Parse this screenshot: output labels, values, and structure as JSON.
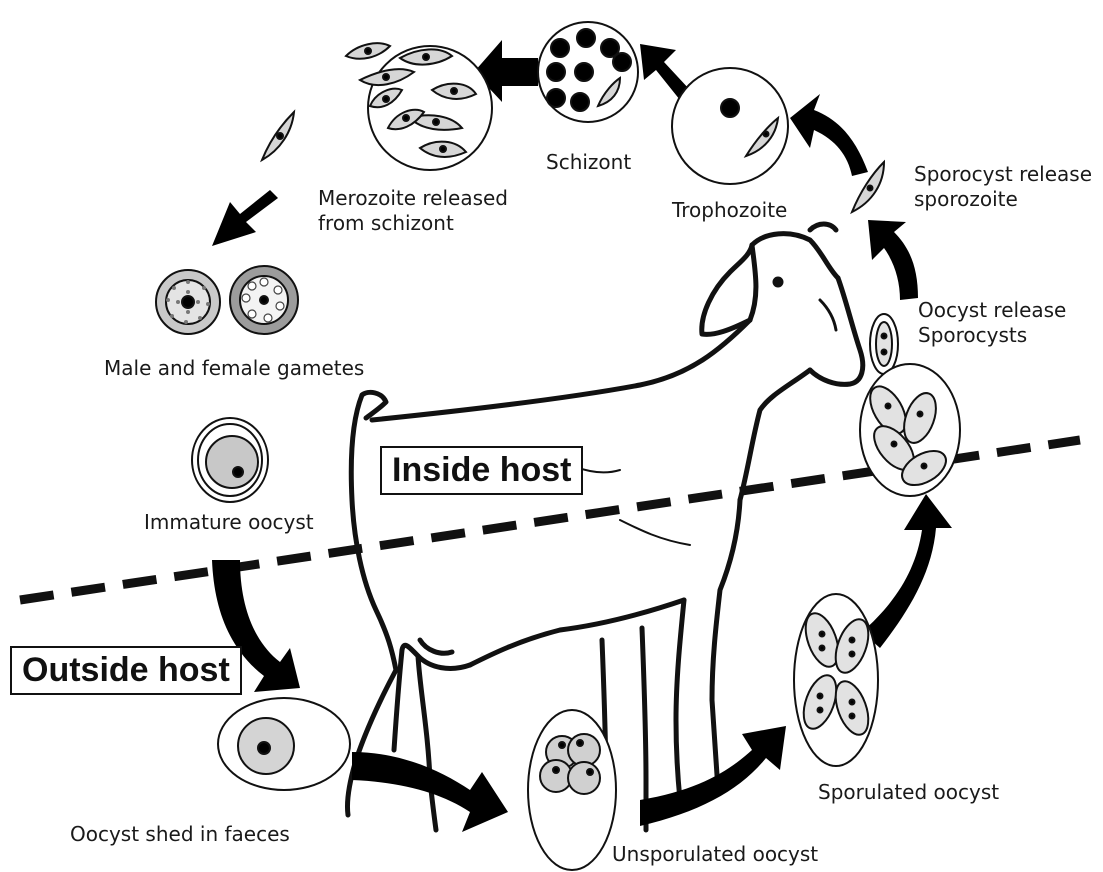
{
  "regions": {
    "inside": "Inside host",
    "outside": "Outside host"
  },
  "stages": {
    "merozoite": {
      "line1": "Merozoite released",
      "line2": "from schizont"
    },
    "schizont": "Schizont",
    "trophozoite": "Trophozoite",
    "sporocyst_release": {
      "line1": "Sporocyst release",
      "line2": "sporozoite"
    },
    "oocyst_release": {
      "line1": "Oocyst release",
      "line2": "Sporocysts"
    },
    "gametes": "Male and female gametes",
    "immature": "Immature oocyst",
    "shed": "Oocyst shed in faeces",
    "unsporulated": "Unsporulated oocyst",
    "sporulated": "Sporulated oocyst"
  },
  "colors": {
    "ink": "#111111",
    "cell_fill": "#d6d6d6",
    "nucleus": "#000000"
  }
}
